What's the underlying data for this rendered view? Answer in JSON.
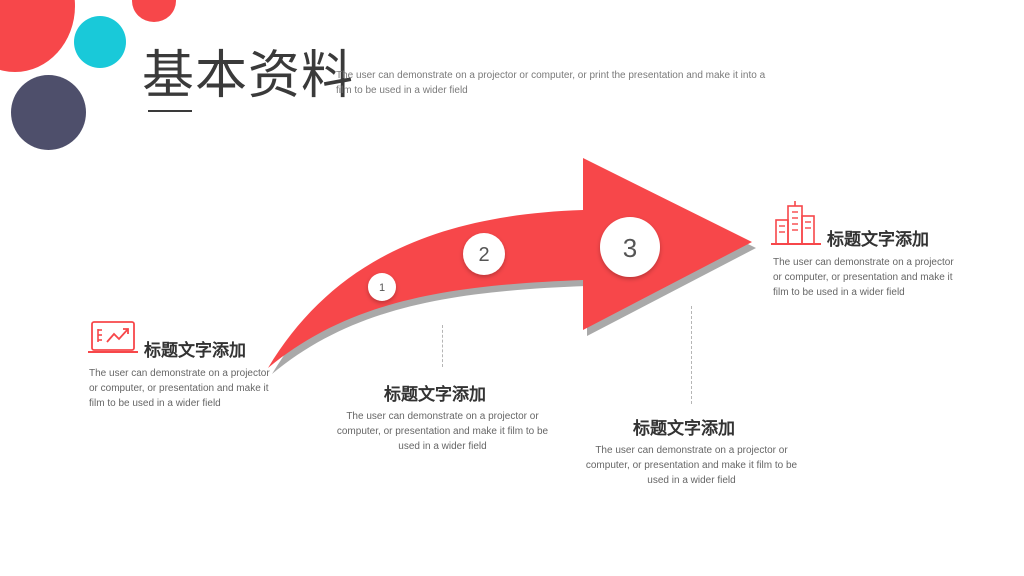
{
  "title": "基本资料",
  "subtitle": "The user can demonstrate on a projector or computer, or print the presentation and make it into a film to be used in a wider field",
  "steps": [
    "1",
    "2",
    "3"
  ],
  "items": [
    {
      "heading": "标题文字添加",
      "text": "The user can demonstrate on a projector or computer, or presentation and make it film to be used in a wider field",
      "icon": "laptop-chart-icon"
    },
    {
      "heading": "标题文字添加",
      "text": "The user can demonstrate on a projector or computer, or presentation and make it film to be used in a wider field"
    },
    {
      "heading": "标题文字添加",
      "text": "The user can demonstrate on a projector or computer, or presentation and make it film to be used in a wider field"
    },
    {
      "heading": "标题文字添加",
      "text": "The user can demonstrate on a projector or computer, or presentation and make it film to be used in a wider field",
      "icon": "buildings-icon"
    }
  ],
  "colors": {
    "accent_red": "#f7474a",
    "accent_cyan": "#19c9d9",
    "dark_slate": "#4e4f6b",
    "text_dark": "#333333",
    "text_gray": "#666666"
  }
}
